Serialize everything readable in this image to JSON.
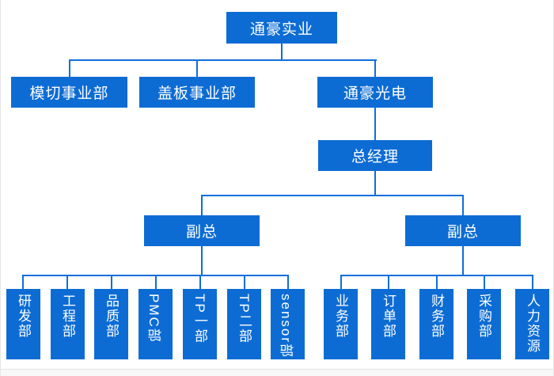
{
  "org_chart": {
    "colors": {
      "box_fill": "#0d6cd4",
      "connector": "#0f6fd9",
      "text": "#ffffff",
      "background": "#ffffff"
    },
    "root": "通豪实业",
    "divisions": [
      "模切事业部",
      "盖板事业部",
      "通豪光电"
    ],
    "general_manager": "总经理",
    "deputy_left": "副总",
    "deputy_right": "副总",
    "left_departments": [
      "研发部",
      "工程部",
      "品质部",
      "PMC部",
      "TP一部",
      "TP二部",
      "sensor部"
    ],
    "right_departments": [
      "业务部",
      "订单部",
      "财务部",
      "采购部",
      "人力资源"
    ]
  }
}
